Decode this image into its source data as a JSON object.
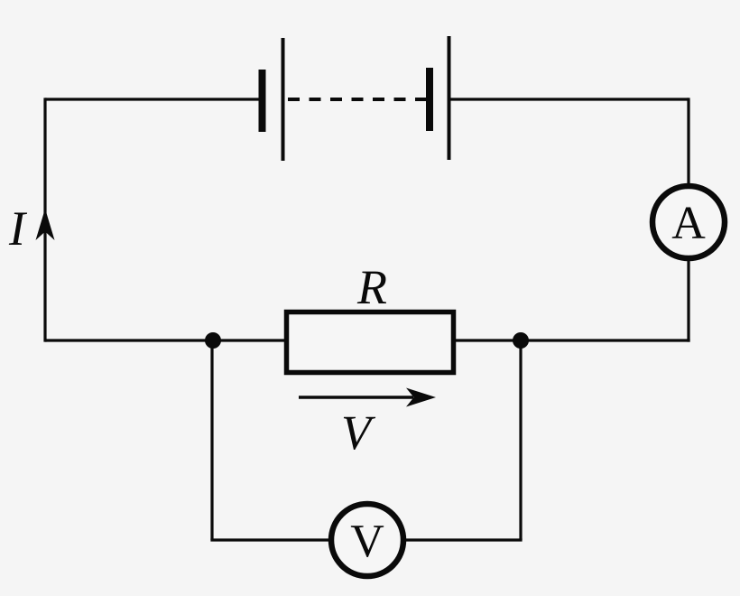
{
  "diagram": {
    "kind": "electric-circuit",
    "labels": {
      "current": "I",
      "resistor": "R",
      "voltage": "V",
      "ammeter": "A",
      "voltmeter": "V"
    },
    "colors": {
      "stroke": "#0a0a0a",
      "background": "#f5f5f5"
    },
    "components": [
      {
        "name": "battery",
        "note_label": ""
      },
      {
        "name": "ammeter",
        "label": "A"
      },
      {
        "name": "resistor",
        "label": "R"
      },
      {
        "name": "voltmeter",
        "label": "V"
      }
    ]
  }
}
